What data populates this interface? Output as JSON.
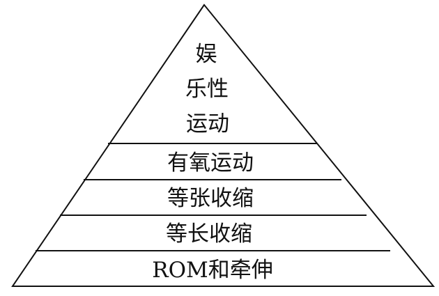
{
  "pyramid": {
    "apex_lines": [
      "娱",
      "乐性",
      "运动"
    ],
    "levels": [
      {
        "label": "有氧运动"
      },
      {
        "label": "等张收缩"
      },
      {
        "label": "等长收缩"
      },
      {
        "label": "ROM和牵伸"
      }
    ],
    "colors": {
      "line": "#111111",
      "text": "#111111",
      "background": "#ffffff"
    }
  }
}
